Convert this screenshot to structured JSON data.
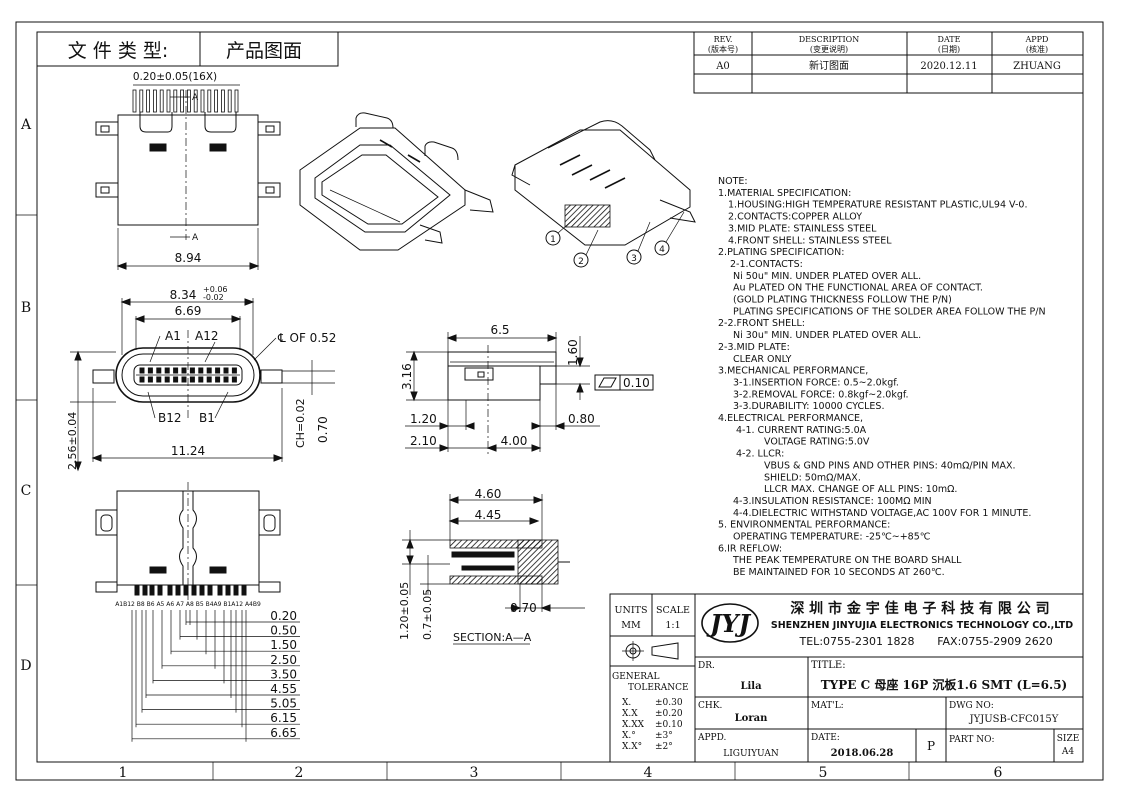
{
  "sheet": {
    "col_labels": [
      "1",
      "2",
      "3",
      "4",
      "5",
      "6"
    ],
    "row_labels": [
      "A",
      "B",
      "C",
      "D"
    ]
  },
  "doc_type": {
    "label": "文 件 类 型:",
    "value": "产品图面"
  },
  "revision": {
    "headers": [
      [
        "REV.",
        "(版本号)"
      ],
      [
        "DESCRIPTION",
        "(变更说明)"
      ],
      [
        "DATE",
        "(日期)"
      ],
      [
        "APPD",
        "(核准)"
      ]
    ],
    "row": [
      "A0",
      "新订图面",
      "2020.12.11",
      "ZHUANG"
    ]
  },
  "views": {
    "top": {
      "pin_pitch": "0.20±0.05(16X)",
      "section_mark": "A",
      "width": "8.94"
    },
    "front": {
      "w1_main": "8.34",
      "w1_tol_up": "+0.06",
      "w1_tol_dn": "-0.02",
      "w2": "6.69",
      "pin_a1": "A1",
      "pin_a12": "A12",
      "pin_b12": "B12",
      "pin_b1": "B1",
      "cl": "℄ OF 0.52",
      "height": "2.56±0.04",
      "ch": "CH=0.02",
      "d070": "0.70",
      "total": "11.24"
    },
    "side": {
      "len": "6.5",
      "h316": "3.16",
      "h160": "1.60",
      "flat": "0.10",
      "d120": "1.20",
      "d080": "0.80",
      "d210": "2.10",
      "d400": "4.00"
    },
    "section": {
      "d460": "4.60",
      "d445": "4.45",
      "d070": "0.70",
      "v120": "1.20±0.05",
      "v07": "0.7±0.05",
      "title": "SECTION:A—A"
    },
    "bottom": {
      "pin_row": "A1B12 B8 B6 A5 A6 A7 A8 B5 B4A9 B1A12 A4B9",
      "dims": [
        "0.20",
        "0.50",
        "1.50",
        "2.50",
        "3.50",
        "4.55",
        "5.05",
        "6.15",
        "6.65"
      ]
    },
    "callouts": [
      "1",
      "2",
      "3",
      "4"
    ]
  },
  "notes": [
    "NOTE:",
    "1.MATERIAL SPECIFICATION:",
    "1.HOUSING:HIGH TEMPERATURE RESISTANT PLASTIC,UL94 V-0.",
    "2.CONTACTS:COPPER ALLOY",
    "3.MID PLATE: STAINLESS STEEL",
    "4.FRONT SHELL: STAINLESS STEEL",
    "2.PLATING SPECIFICATION:",
    "2-1.CONTACTS:",
    "Ni 50u\" MIN. UNDER PLATED OVER ALL.",
    "Au PLATED ON THE FUNCTIONAL AREA OF CONTACT.",
    "(GOLD PLATING THICKNESS FOLLOW THE P/N)",
    "PLATING SPECIFICATIONS OF THE SOLDER AREA FOLLOW THE P/N",
    "2-2.FRONT SHELL:",
    "Ni 30u\" MIN. UNDER PLATED OVER ALL.",
    "2-3.MID PLATE:",
    "CLEAR ONLY",
    "3.MECHANICAL PERFORMANCE,",
    "3-1.INSERTION FORCE: 0.5~2.0kgf.",
    "3-2.REMOVAL FORCE: 0.8kgf~2.0kgf.",
    "3-3.DURABILITY: 10000 CYCLES.",
    "4.ELECTRICAL PERFORMANCE,",
    "4-1. CURRENT RATING:5.0A",
    "VOLTAGE RATING:5.0V",
    "4-2. LLCR:",
    "VBUS & GND PINS AND OTHER PINS: 40mΩ/PIN MAX.",
    "SHIELD: 50mΩ/MAX.",
    "LLCR MAX. CHANGE OF ALL PINS: 10mΩ.",
    "4-3.INSULATION RESISTANCE: 100MΩ MIN",
    "4-4.DIELECTRIC WITHSTAND VOLTAGE,AC 100V FOR 1 MINUTE.",
    "5. ENVIRONMENTAL PERFORMANCE:",
    "OPERATING TEMPERATURE: -25℃~+85℃",
    "6.IR REFLOW:",
    "THE PEAK TEMPERATURE ON THE BOARD SHALL",
    "BE MAINTAINED FOR 10 SECONDS AT 260℃."
  ],
  "title_block": {
    "units_label": "UNITS",
    "units_value": "MM",
    "scale_label": "SCALE",
    "scale_value": "1:1",
    "logo": "JYJ",
    "company_cn": "深 圳 市 金 宇 佳 电 子 科 技 有 限 公 司",
    "company_en": "SHENZHEN JINYUJIA ELECTRONICS TECHNOLOGY CO.,LTD",
    "tel": "TEL:0755-2301 1828",
    "fax": "FAX:0755-2909 2620",
    "tol_title_1": "GENERAL",
    "tol_title_2": "TOLERANCE",
    "tolerances": [
      [
        "X.",
        "±0.30"
      ],
      [
        "X.X",
        "±0.20"
      ],
      [
        "X.XX",
        "±0.10"
      ],
      [
        "X.°",
        "±3°"
      ],
      [
        "X.X°",
        "±2°"
      ]
    ],
    "dr_label": "DR.",
    "dr_value": "Lila",
    "chk_label": "CHK.",
    "chk_value": "Loran",
    "appd_label": "APPD.",
    "appd_value": "LIGUIYUAN",
    "title_label": "TITLE:",
    "title_value": "TYPE C 母座 16P 沉板1.6 SMT (L=6.5)",
    "matl_label": "MAT'L:",
    "dwg_label": "DWG NO:",
    "dwg_value": "JYJUSB-CFC015Y",
    "date_label": "DATE:",
    "date_value": "2018.06.28",
    "p_mark": "P",
    "part_label": "PART NO:",
    "size_label": "SIZE",
    "size_value": "A4"
  }
}
